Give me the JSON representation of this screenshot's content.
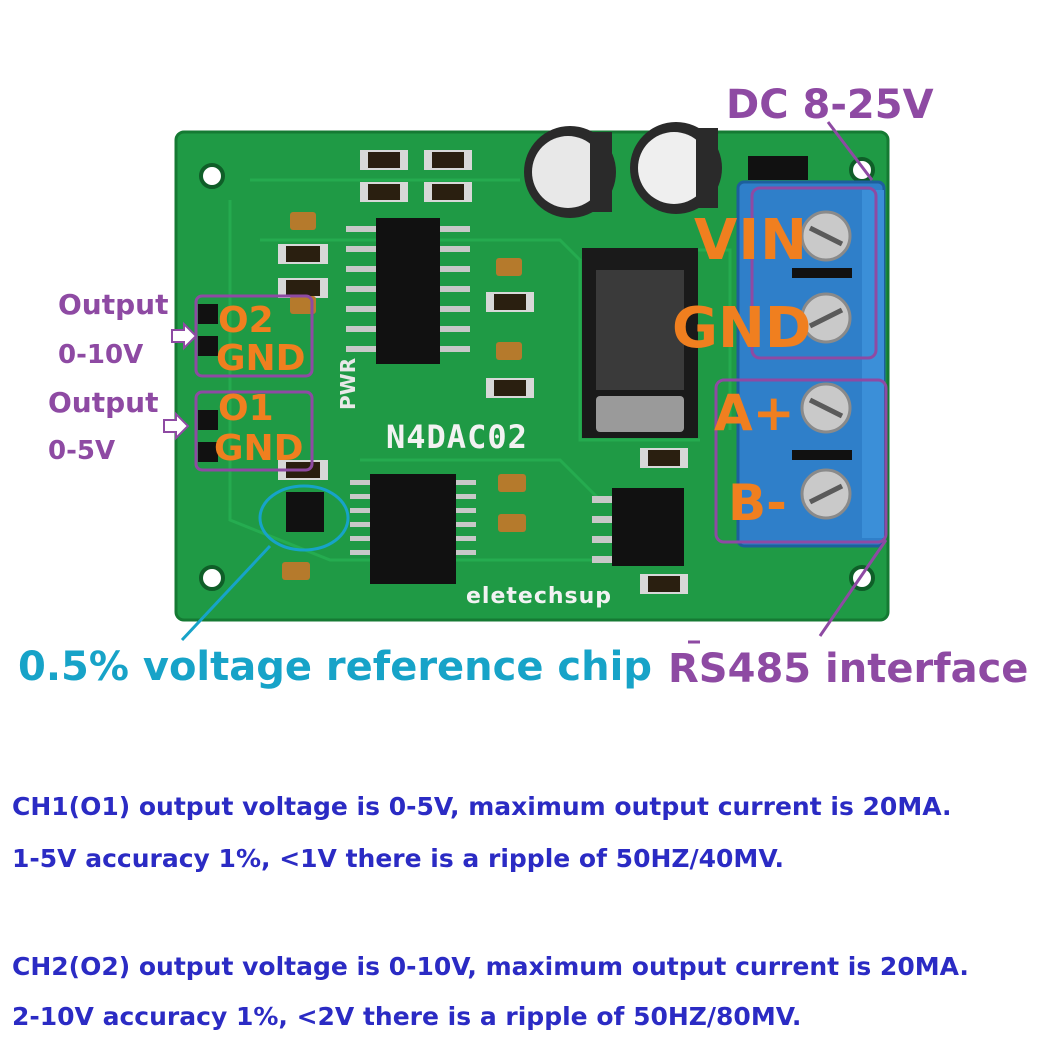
{
  "labels": {
    "dc_supply": "DC 8-25V",
    "vin": "VIN",
    "gnd_power": "GND",
    "a_plus": "A+",
    "b_minus": "B-",
    "o2": "O2",
    "gnd_o2": "GND",
    "o1": "O1",
    "gnd_o1": "GND",
    "output_a": "Output",
    "range_a": "0-10V",
    "output_b": "Output",
    "range_b": "0-5V",
    "reference_chip": "0.5% voltage reference chip",
    "rs485": "RS485 interface",
    "board_name": "N4DAC02",
    "brand": "eletechsup",
    "pwr": "PWR"
  },
  "description": {
    "ch1_line1": "CH1(O1) output voltage is 0-5V, maximum output current is 20MA.",
    "ch1_line2": "1-5V accuracy 1%, <1V there is a ripple of 50HZ/40MV.",
    "ch2_line1": "CH2(O2) output voltage is 0-10V, maximum output current is 20MA.",
    "ch2_line2": "2-10V accuracy 1%, <2V there is a ripple of 50HZ/80MV."
  },
  "colors": {
    "pcb": "#1f9a45",
    "terminal_block": "#2f7fc9",
    "annotation_purple": "#8e4aa3",
    "annotation_orange": "#f07f1f",
    "annotation_cyan": "#17a3c8",
    "description_blue": "#2b2bc4"
  }
}
